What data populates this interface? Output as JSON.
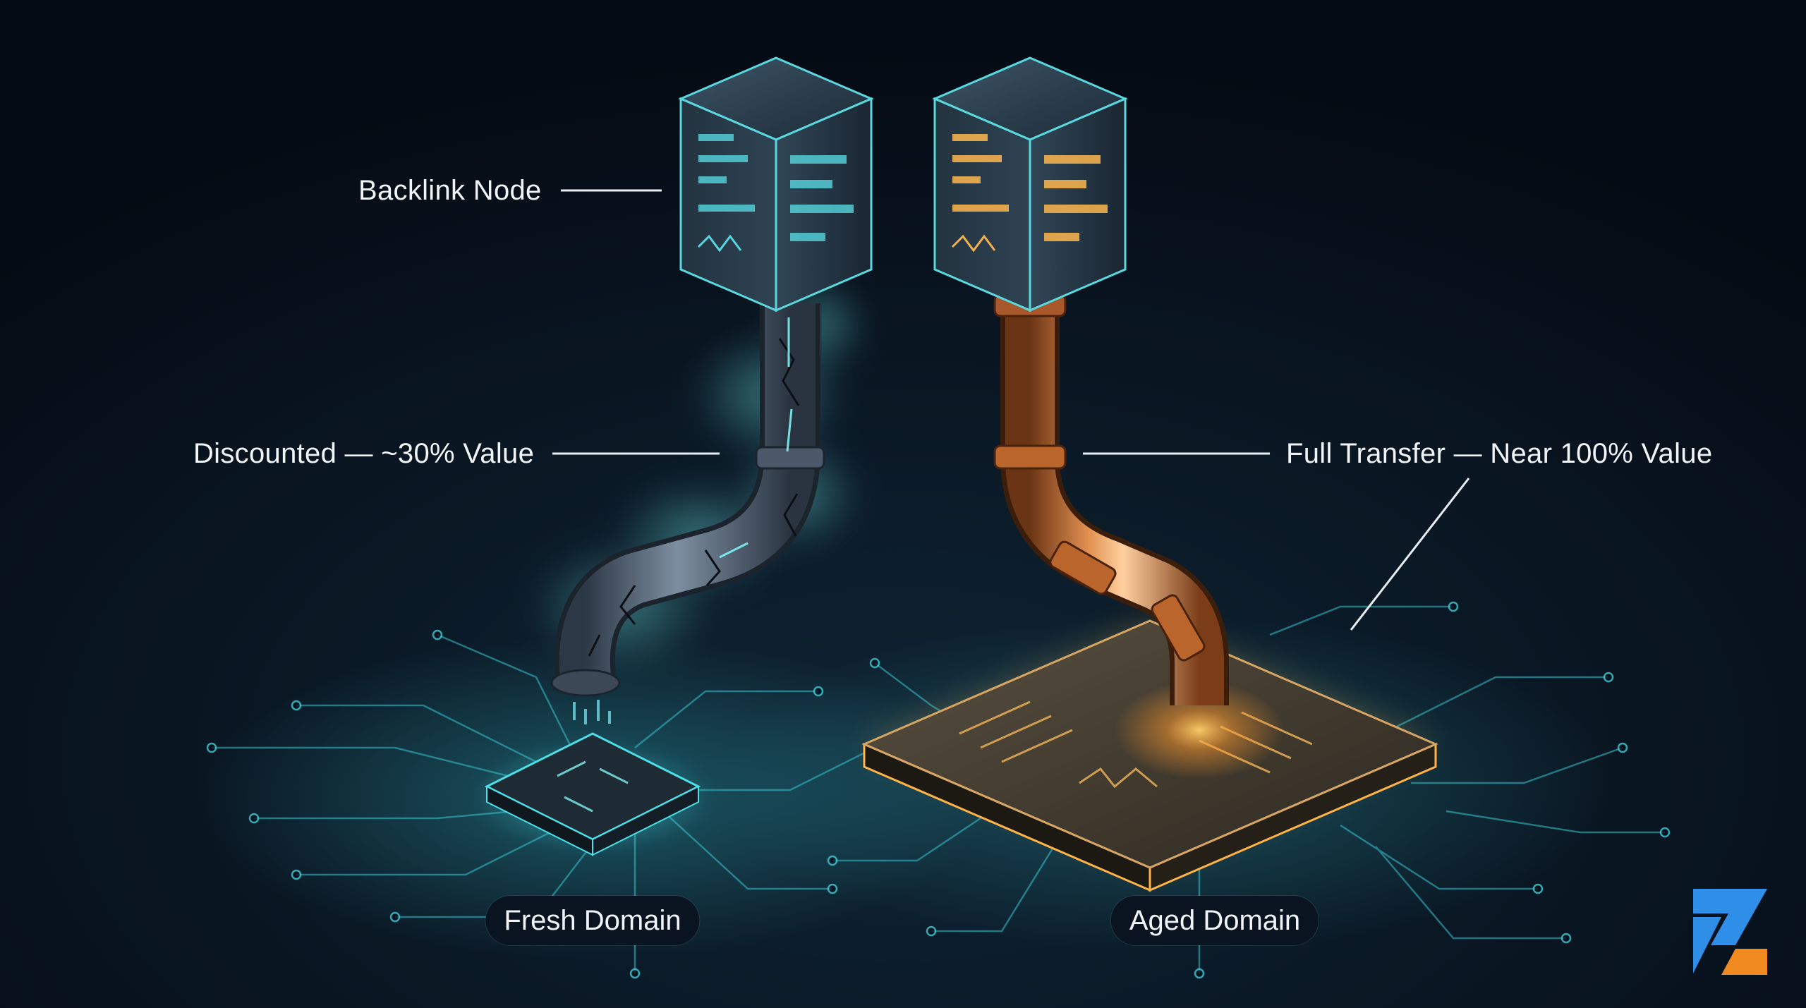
{
  "labels": {
    "backlink_node": "Backlink Node",
    "discounted": "Discounted — ~30% Value",
    "full_transfer": "Full Transfer — Near 100% Value",
    "fresh_domain": "Fresh Domain",
    "aged_domain": "Aged Domain"
  },
  "colors": {
    "background": "#07101c",
    "teal_glow": "#3fe0e8",
    "orange_glow": "#ffb347",
    "copper": "#c8743a",
    "logo_blue": "#2f8fe8",
    "logo_orange": "#f08a1e"
  },
  "icons": {
    "logo": "brand-logo-icon"
  }
}
